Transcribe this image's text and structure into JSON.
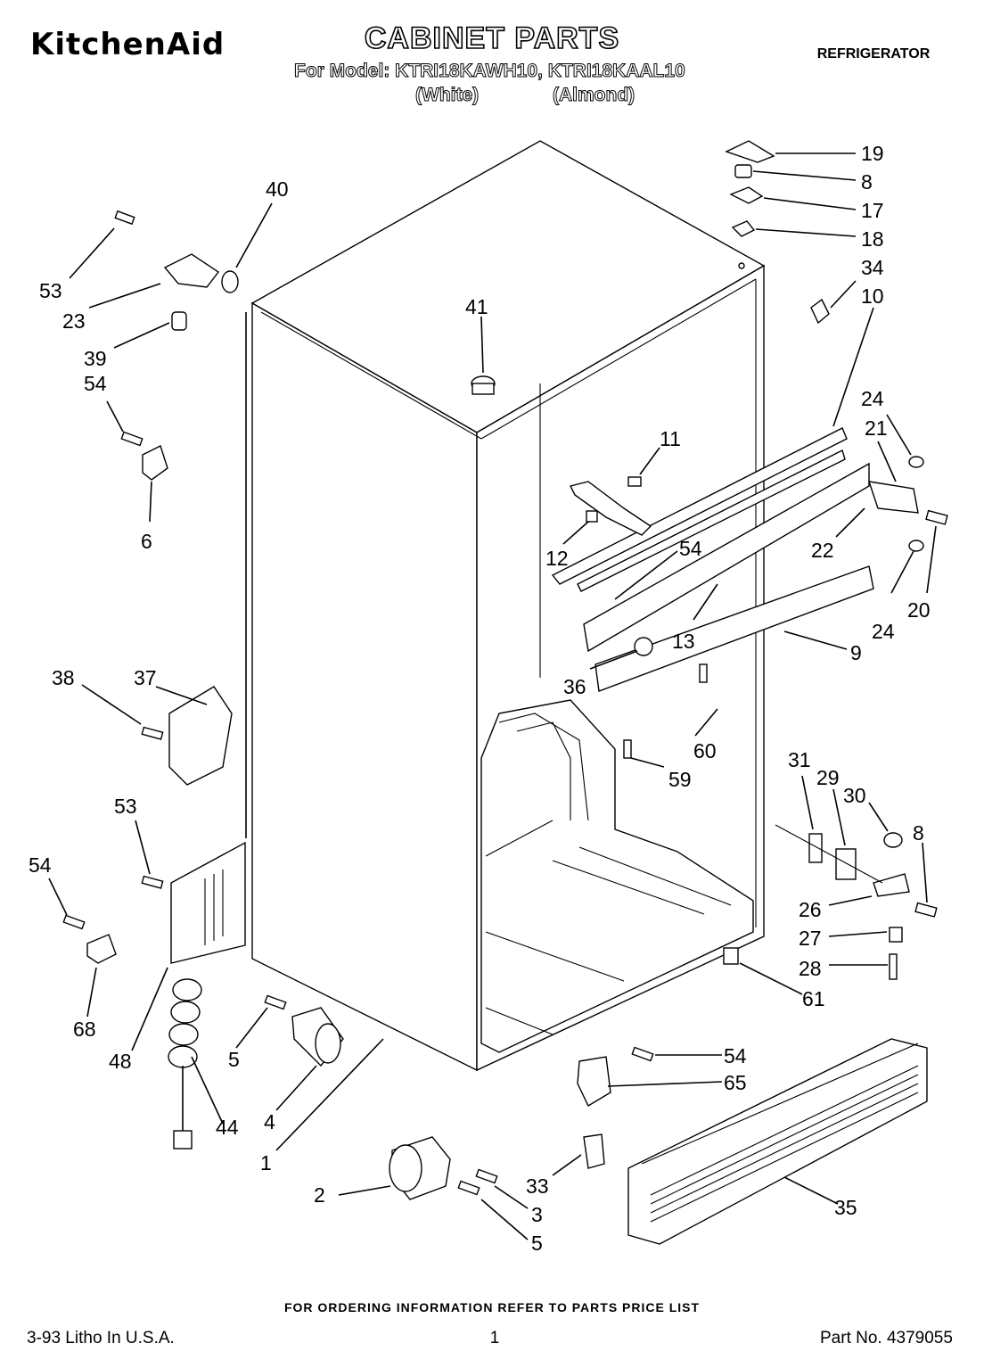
{
  "header": {
    "brand": "KitchenAid",
    "title": "CABINET PARTS",
    "model_line": "For Model: KTRI18KAWH10,  KTRI18KAAL10",
    "variant_white": "(White)",
    "variant_almond": "(Almond)",
    "category": "REFRIGERATOR"
  },
  "footer": {
    "ordering_info": "FOR ORDERING INFORMATION REFER TO PARTS PRICE LIST",
    "litho": "3-93  Litho In U.S.A.",
    "page_number": "1",
    "part_number": "Part No. 4379055"
  },
  "callouts": [
    "19",
    "8",
    "17",
    "18",
    "34",
    "10",
    "40",
    "53",
    "23",
    "39",
    "54",
    "6",
    "41",
    "24",
    "21",
    "11",
    "12",
    "54",
    "22",
    "20",
    "24",
    "13",
    "9",
    "36",
    "60",
    "59",
    "38",
    "37",
    "31",
    "29",
    "30",
    "8",
    "53",
    "54",
    "26",
    "27",
    "28",
    "61",
    "68",
    "48",
    "5",
    "4",
    "44",
    "1",
    "54",
    "65",
    "2",
    "3",
    "5",
    "33",
    "35"
  ]
}
